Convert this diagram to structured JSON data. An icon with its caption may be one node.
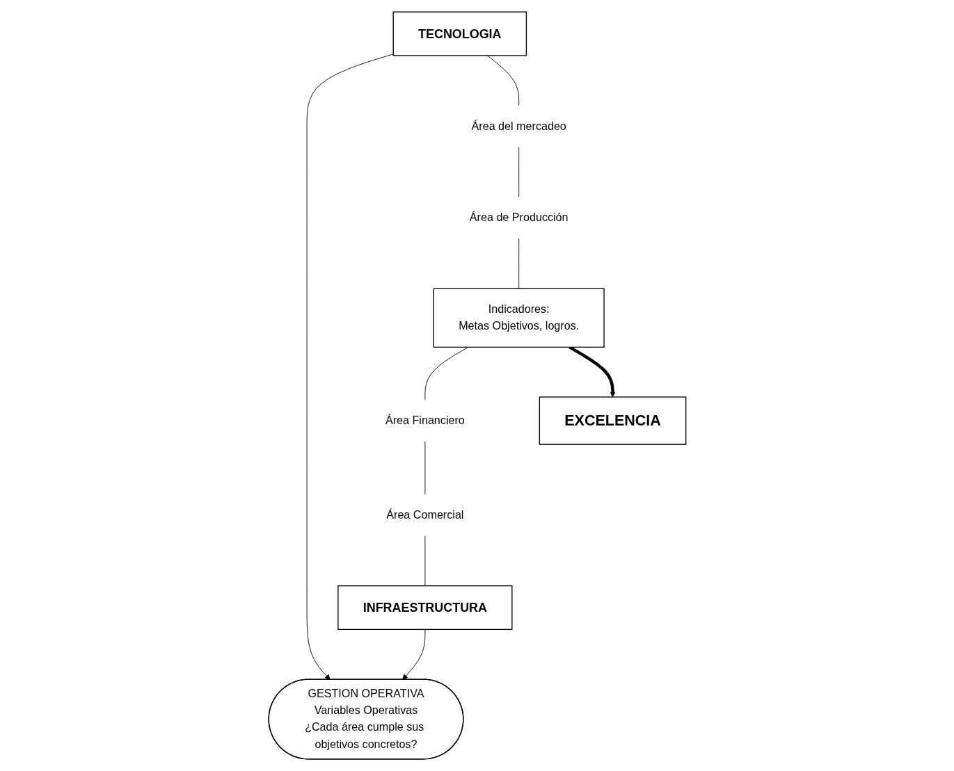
{
  "diagram": {
    "nodes": [
      {
        "text": [
          "GESTION OPERATIVA",
          "Variables Operativas",
          "¿Cada área cumple sus objetivos concretos?"
        ]
      },
      {
        "text": [
          "TECNOLOGIA"
        ]
      },
      {
        "text": [
          "INFRAESTRUCTURA"
        ]
      },
      {
        "text": [
          "Área del mercadeo"
        ]
      },
      {
        "text": [
          "Área Comercial"
        ]
      },
      {
        "text": [
          "EXCELENCIA"
        ]
      },
      {
        "text": [
          "Área de Producción"
        ]
      },
      {
        "text": [
          "Indicadores:",
          "Metas Objetivos, logros."
        ]
      },
      {
        "text": [
          "Área Financiero"
        ]
      }
    ],
    "edges": [
      {
        "from": 1,
        "to": 0,
        "arrow": "to"
      },
      {
        "from": 2,
        "to": 0,
        "arrow": "to"
      },
      {
        "from": 1,
        "to": 3,
        "arrow": "none"
      },
      {
        "from": 3,
        "to": 6,
        "arrow": "none"
      },
      {
        "from": 6,
        "to": 7,
        "arrow": "none"
      },
      {
        "from": 7,
        "to": 8,
        "arrow": "none"
      },
      {
        "from": 8,
        "to": 4,
        "arrow": "none"
      },
      {
        "from": 4,
        "to": 2,
        "arrow": "none"
      },
      {
        "from": 7,
        "to": 5,
        "arrow": "to",
        "style": "thick"
      }
    ]
  }
}
